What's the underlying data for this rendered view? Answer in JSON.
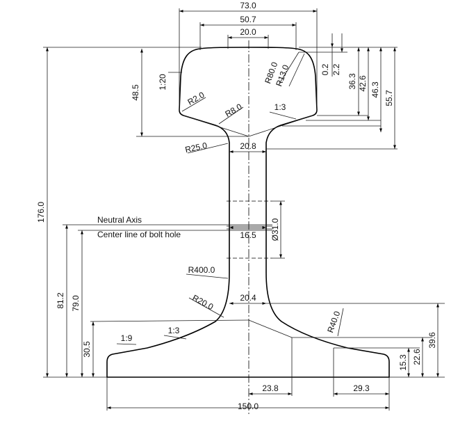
{
  "dimensions": {
    "head_width": "73.0",
    "head_top_width": "50.7",
    "crown_width": "20.0",
    "crown_drop": "0.2",
    "crown_edge_drop": "2.2",
    "head_side_height": "36.3",
    "head_underside_height": "42.6",
    "fishing_height": "46.3",
    "head_depth": "55.7",
    "head_height": "48.5",
    "web_top_width": "20.8",
    "web_mid_width": "16.5",
    "web_bottom_width": "20.4",
    "bolt_hole_dia": "Ø31.0",
    "rail_height": "176.0",
    "neutral_axis_height": "81.2",
    "bolt_hole_height": "79.0",
    "foot_height": "30.5",
    "foot_edge": "15.3",
    "foot_mid": "22.6",
    "foot_top": "39.6",
    "foot_flange_a": "23.8",
    "foot_flange_b": "29.3",
    "base_width": "150.0"
  },
  "radii": {
    "r80": "R80.0",
    "r13": "R13.0",
    "r2": "R2.0",
    "r8": "R8.0",
    "r25": "R25.0",
    "r400": "R400.0",
    "r20": "R20.0",
    "r40": "R40.0"
  },
  "slopes": {
    "head_side": "1:20",
    "head_under": "1:3",
    "foot_upper": "1:3",
    "foot_lower": "1:9"
  },
  "labels": {
    "neutral_axis": "Neutral Axis",
    "bolt_centerline": "Center line of bolt hole"
  }
}
